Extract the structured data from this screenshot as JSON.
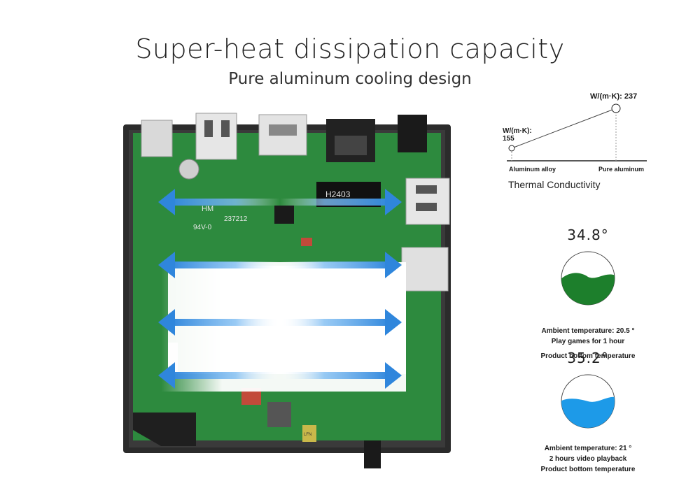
{
  "header": {
    "title": "Super-heat dissipation capacity",
    "subtitle": "Pure aluminum cooling design"
  },
  "board": {
    "chip_label": "H2403",
    "cert_mark": "HM",
    "board_code": "237212",
    "rating": "94V-0",
    "cap_label": "LFN",
    "pcb_color": "#2d8a3e",
    "case_color": "#2b2b2b",
    "airflow_color": "#3f93e0"
  },
  "thermal": {
    "point_low": "W/(m·K):\n155",
    "point_high": "W/(m·K): 237",
    "label_left": "Aluminum alloy",
    "label_right": "Pure aluminum",
    "caption": "Thermal Conductivity"
  },
  "temps": [
    {
      "value": "34.8°",
      "line1": "Ambient temperature: 20.5 °",
      "line2": "Play games for 1 hour",
      "line3": "Product bottom temperature",
      "fill_color": "#1d7f2c"
    },
    {
      "value": "35.2°",
      "line1": "Ambient temperature: 21 °",
      "line2": "2 hours video playback",
      "line3": "Product bottom temperature",
      "fill_color": "#1d9ae8"
    }
  ]
}
